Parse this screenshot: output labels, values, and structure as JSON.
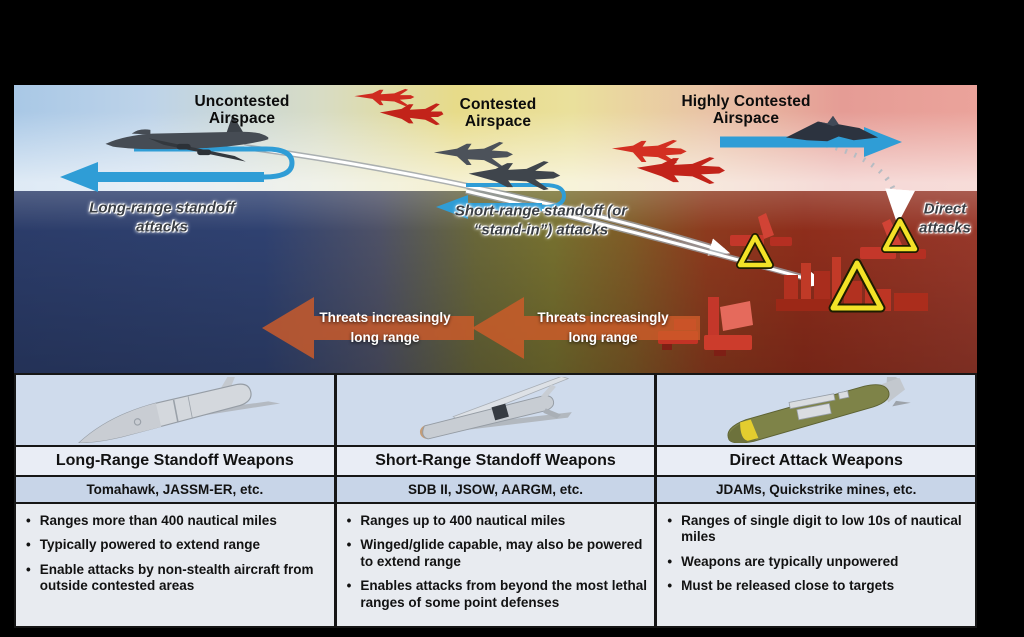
{
  "figure": {
    "zones": [
      {
        "line1": "Uncontested",
        "line2": "Airspace"
      },
      {
        "line1": "Contested",
        "line2": "Airspace"
      },
      {
        "line1": "Highly Contested",
        "line2": "Airspace"
      }
    ],
    "attack_labels": [
      {
        "text": "Long-range standoff attacks"
      },
      {
        "text": "Short-range standoff (or “stand-in”) attacks"
      },
      {
        "text": "Direct attacks"
      }
    ],
    "threat_arrows": [
      {
        "line1": "Threats increasingly",
        "line2": "long range"
      },
      {
        "line1": "Threats increasingly",
        "line2": "long range"
      }
    ]
  },
  "table": {
    "columns": [
      {
        "title": "Long-Range Standoff Weapons",
        "examples": "Tomahawk, JASSM-ER, etc.",
        "weapon_icon": "jassm-cruise-missile",
        "bullets": [
          "Ranges more than 400 nautical miles",
          "Typically powered to extend range",
          "Enable attacks by non-stealth aircraft from outside contested areas"
        ]
      },
      {
        "title": "Short-Range Standoff Weapons",
        "examples": "SDB II, JSOW, AARGM, etc.",
        "weapon_icon": "sdb-glide-bomb",
        "bullets": [
          "Ranges up to 400 nautical miles",
          "Winged/glide capable, may also be powered to extend range",
          "Enables attacks from beyond the most lethal ranges of some point defenses"
        ]
      },
      {
        "title": "Direct Attack Weapons",
        "examples": "JDAMs, Quickstrike mines, etc.",
        "weapon_icon": "jdam-bomb",
        "bullets": [
          "Ranges of single digit to low 10s of nautical miles",
          "Weapons are typically unpowered",
          "Must be released close to targets"
        ]
      }
    ]
  },
  "colors": {
    "arrow_blue": "#2f9dd6",
    "threat_arrow_orange": "#cd5e2c",
    "target_triangle_yellow": "#f3e227",
    "sea_blue": "#2d3f6c",
    "terrain_red": "#8e2e1c",
    "table_blue": "#cfdbec"
  }
}
